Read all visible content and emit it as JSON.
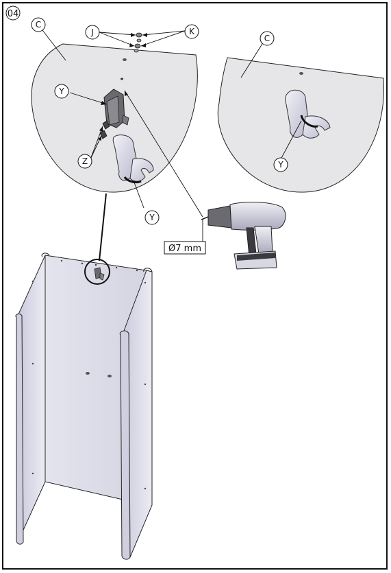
{
  "step_number": "04",
  "labels": {
    "c_left": "C",
    "c_right": "C",
    "j": "J",
    "k": "K",
    "y_bracket": "Y",
    "y_holder_left": "Y",
    "y_holder_right": "Y",
    "z": "Z"
  },
  "drill_dimension": "Ø7 mm"
}
